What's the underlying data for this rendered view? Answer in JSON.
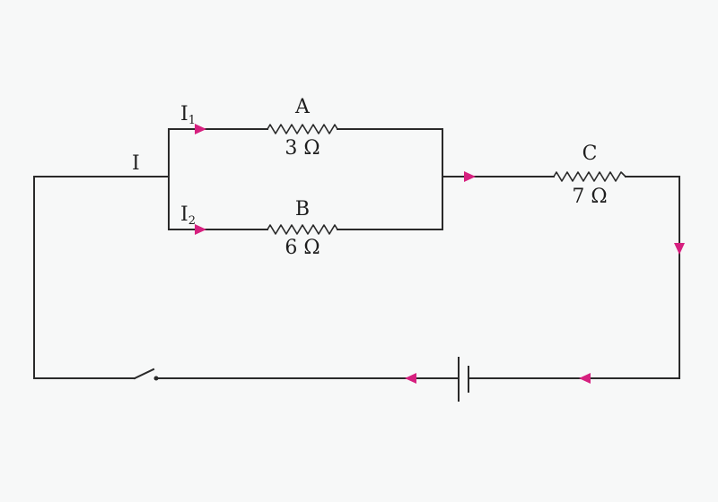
{
  "colors": {
    "wire": "#2a2a2a",
    "arrow": "#d6207f",
    "background": "#f7f8f8"
  },
  "labels": {
    "main_current": "I",
    "branch1_current": "I",
    "branch1_sub": "1",
    "branch2_current": "I",
    "branch2_sub": "2",
    "resistor_a_name": "A",
    "resistor_a_value": "3 Ω",
    "resistor_b_name": "B",
    "resistor_b_value": "6 Ω",
    "resistor_c_name": "C",
    "resistor_c_value": "7 Ω"
  }
}
